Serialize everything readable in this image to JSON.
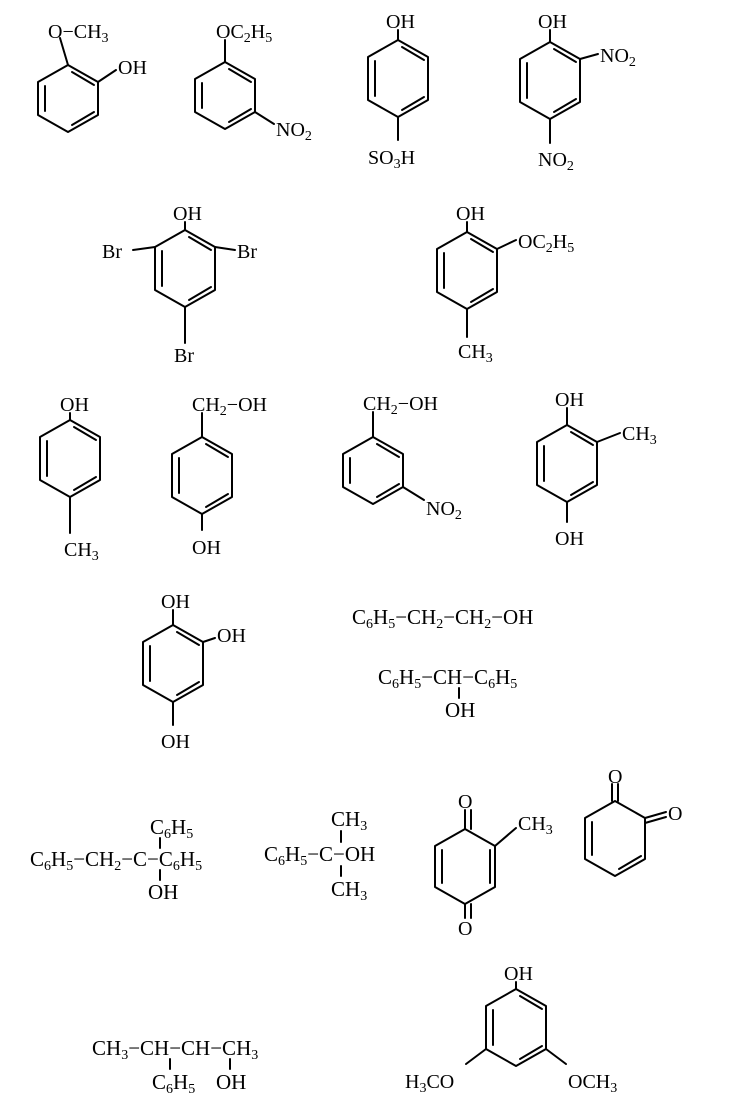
{
  "structures": [
    {
      "id": "guaiacol",
      "labels": {
        "methoxy": "O−CH3",
        "oh": "OH"
      }
    },
    {
      "id": "ethoxy-nitrobenzene",
      "labels": {
        "ethoxy": "OC2H5",
        "nitro": "NO2"
      }
    },
    {
      "id": "hydroxybenzenesulfonic-acid",
      "labels": {
        "oh": "OH",
        "sulfo": "SO3H"
      }
    },
    {
      "id": "dinitrophenol",
      "labels": {
        "oh": "OH",
        "nitro1": "NO2",
        "nitro2": "NO2"
      }
    },
    {
      "id": "tribromophenol",
      "labels": {
        "oh": "OH",
        "br_left": "Br",
        "br_right": "Br",
        "br_bottom": "Br"
      }
    },
    {
      "id": "ethoxy-methylphenol",
      "labels": {
        "oh": "OH",
        "ethoxy": "OC2H5",
        "methyl": "CH3"
      }
    },
    {
      "id": "p-cresol",
      "labels": {
        "oh": "OH",
        "methyl": "CH3"
      }
    },
    {
      "id": "hydroxybenzyl-alcohol",
      "labels": {
        "ch2oh": "CH2−OH",
        "oh": "OH"
      }
    },
    {
      "id": "nitrobenzyl-alcohol",
      "labels": {
        "ch2oh": "CH2−OH",
        "nitro": "NO2"
      }
    },
    {
      "id": "methylhydroquinone",
      "labels": {
        "oh_top": "OH",
        "methyl": "CH3",
        "oh_bottom": "OH"
      }
    },
    {
      "id": "hydroxyquinol",
      "labels": {
        "oh_top": "OH",
        "oh_right": "OH",
        "oh_bottom": "OH"
      }
    },
    {
      "id": "phenylpropanol",
      "labels": {
        "formula": "C6H5−CH2−CH2−OH"
      }
    },
    {
      "id": "diphenylmethanol",
      "labels": {
        "formula": "C6H5−CH−C6H5",
        "oh": "OH"
      }
    },
    {
      "id": "triphenylethanol",
      "labels": {
        "top": "C6H5",
        "main": "C6H5−CH2−C−C6H5",
        "oh": "OH"
      }
    },
    {
      "id": "phenylpropanol-tertiary",
      "labels": {
        "top": "CH3",
        "main": "C6H5−C−OH",
        "bottom": "CH3"
      }
    },
    {
      "id": "methylbenzoquinone",
      "labels": {
        "o_top": "O",
        "methyl": "CH3",
        "o_bottom": "O"
      }
    },
    {
      "id": "o-benzoquinone",
      "labels": {
        "o_top": "O",
        "o_right": "O"
      }
    },
    {
      "id": "phenylbutanol",
      "labels": {
        "main": "CH3−CH−CH−CH3",
        "phenyl": "C6H5",
        "oh": "OH"
      }
    },
    {
      "id": "dimethoxyphenol",
      "labels": {
        "oh": "OH",
        "left": "H3CO",
        "right": "OCH3"
      }
    }
  ]
}
